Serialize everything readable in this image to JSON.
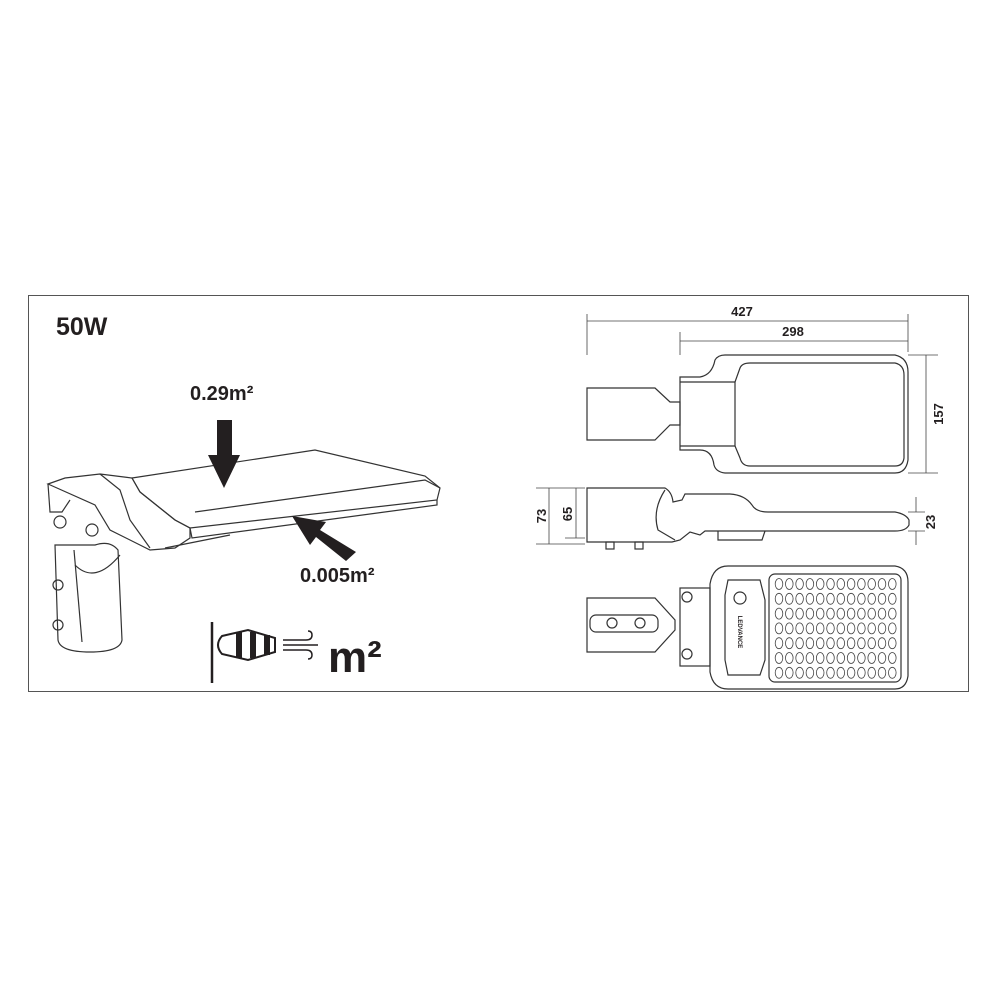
{
  "title": "50W",
  "left_view": {
    "top_area": "0.29m²",
    "side_area": "0.005m²",
    "windage_unit": "m²",
    "icons": [
      "windsock-icon",
      "wind-icon"
    ]
  },
  "right_view": {
    "dimensions": {
      "overall_length": "427",
      "housing_length": "298",
      "width": "157",
      "height_total": "73",
      "height_bracket": "65",
      "height_head": "23"
    },
    "logo": "LEDVANCE"
  }
}
